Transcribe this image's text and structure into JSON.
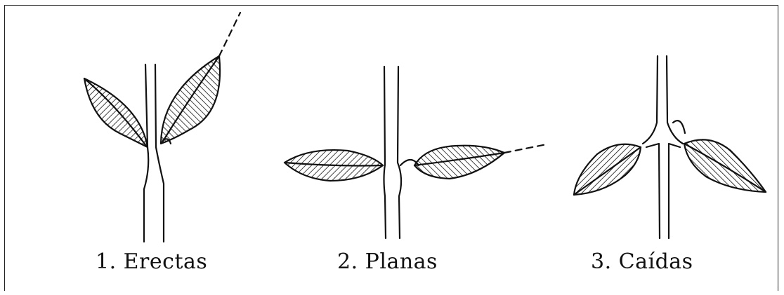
{
  "figure": {
    "panels": [
      {
        "id": "erectas",
        "caption": "1. Erectas"
      },
      {
        "id": "planas",
        "caption": "2. Planas"
      },
      {
        "id": "caidas",
        "caption": "3. Caídas"
      }
    ]
  }
}
